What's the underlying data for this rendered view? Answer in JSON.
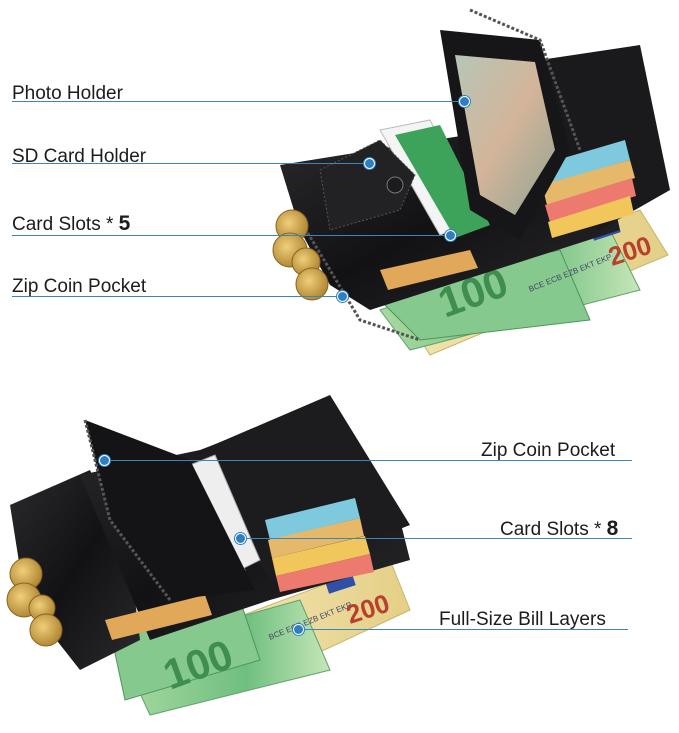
{
  "callouts": {
    "photo_holder": "Photo Holder",
    "sd_card_holder": "SD Card Holder",
    "card_slots_top": {
      "text": "Card Slots * ",
      "count": "5"
    },
    "zip_coin_pocket_top": "Zip Coin Pocket",
    "zip_coin_pocket_bottom": "Zip Coin Pocket",
    "card_slots_bottom": {
      "text": "Card Slots * ",
      "count": "8"
    },
    "full_size_bill_layers": "Full-Size Bill Layers"
  },
  "banknotes": {
    "top_value": "200",
    "top_small": "100",
    "bottom_value": "200",
    "bottom_small": "100",
    "serial_text": "BCE ECB EZB EKT EKP"
  },
  "colors": {
    "callout_line": "#3a86b8",
    "callout_dot": "#2d7fc0",
    "leather": "#1b1b1d",
    "note_100": "#7fc68a",
    "note_200": "#e8d79a",
    "coin": "#c9a24a"
  }
}
